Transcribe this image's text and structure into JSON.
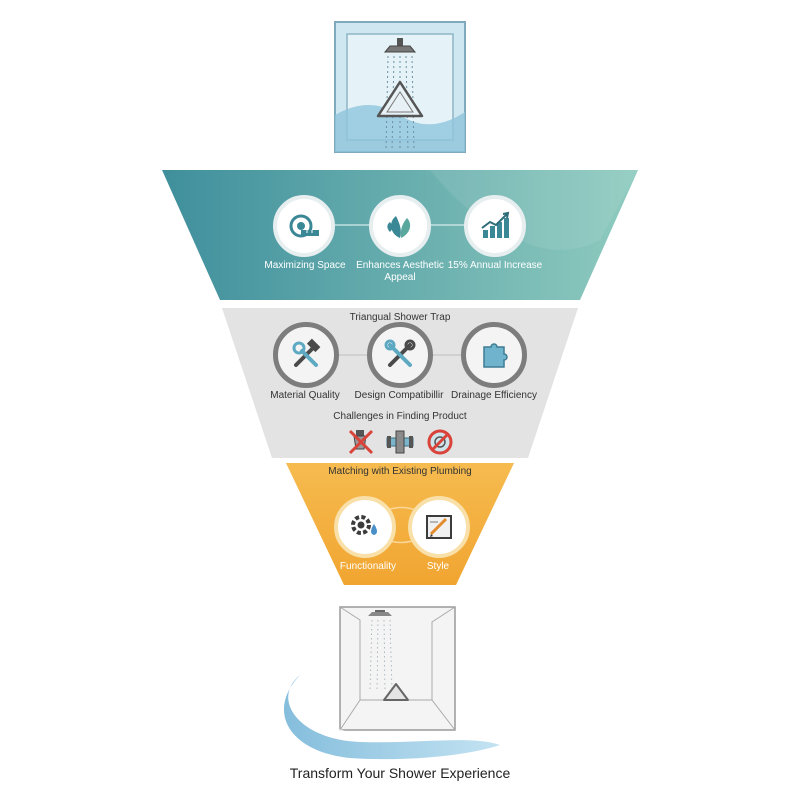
{
  "tier1": {
    "items": [
      {
        "label": "Maximizing Space",
        "icon": "measuring-tape-icon"
      },
      {
        "label": "Enhances Aesthetic Appeal",
        "icon": "leaves-icon"
      },
      {
        "label": "15% Annual Increase",
        "icon": "growth-chart-icon"
      }
    ],
    "colors": {
      "start": "#3f8f9c",
      "end": "#8fcbbf"
    }
  },
  "tier2": {
    "title": "Triangual Shower Trap",
    "items": [
      {
        "label": "Material Quality",
        "icon": "hammer-wrench-icon"
      },
      {
        "label": "Design Compatibillir",
        "icon": "crossed-tools-icon"
      },
      {
        "label": "Drainage Efficiency",
        "icon": "puzzle-piece-icon"
      }
    ],
    "subtitle": "Challenges in Finding Product",
    "challenge_icons": [
      "crossed-out-drain-icon",
      "pipe-fitting-icon",
      "prohibited-drain-icon"
    ],
    "color": "#e2e2e2"
  },
  "tier3": {
    "title": "Matching with Existing Plumbing",
    "items": [
      {
        "label": "Functionality",
        "icon": "gear-droplet-icon"
      },
      {
        "label": "Style",
        "icon": "design-pen-icon"
      }
    ],
    "color": "#f3ad3b"
  },
  "footer": {
    "text": "Transform Your Shower Experience"
  }
}
